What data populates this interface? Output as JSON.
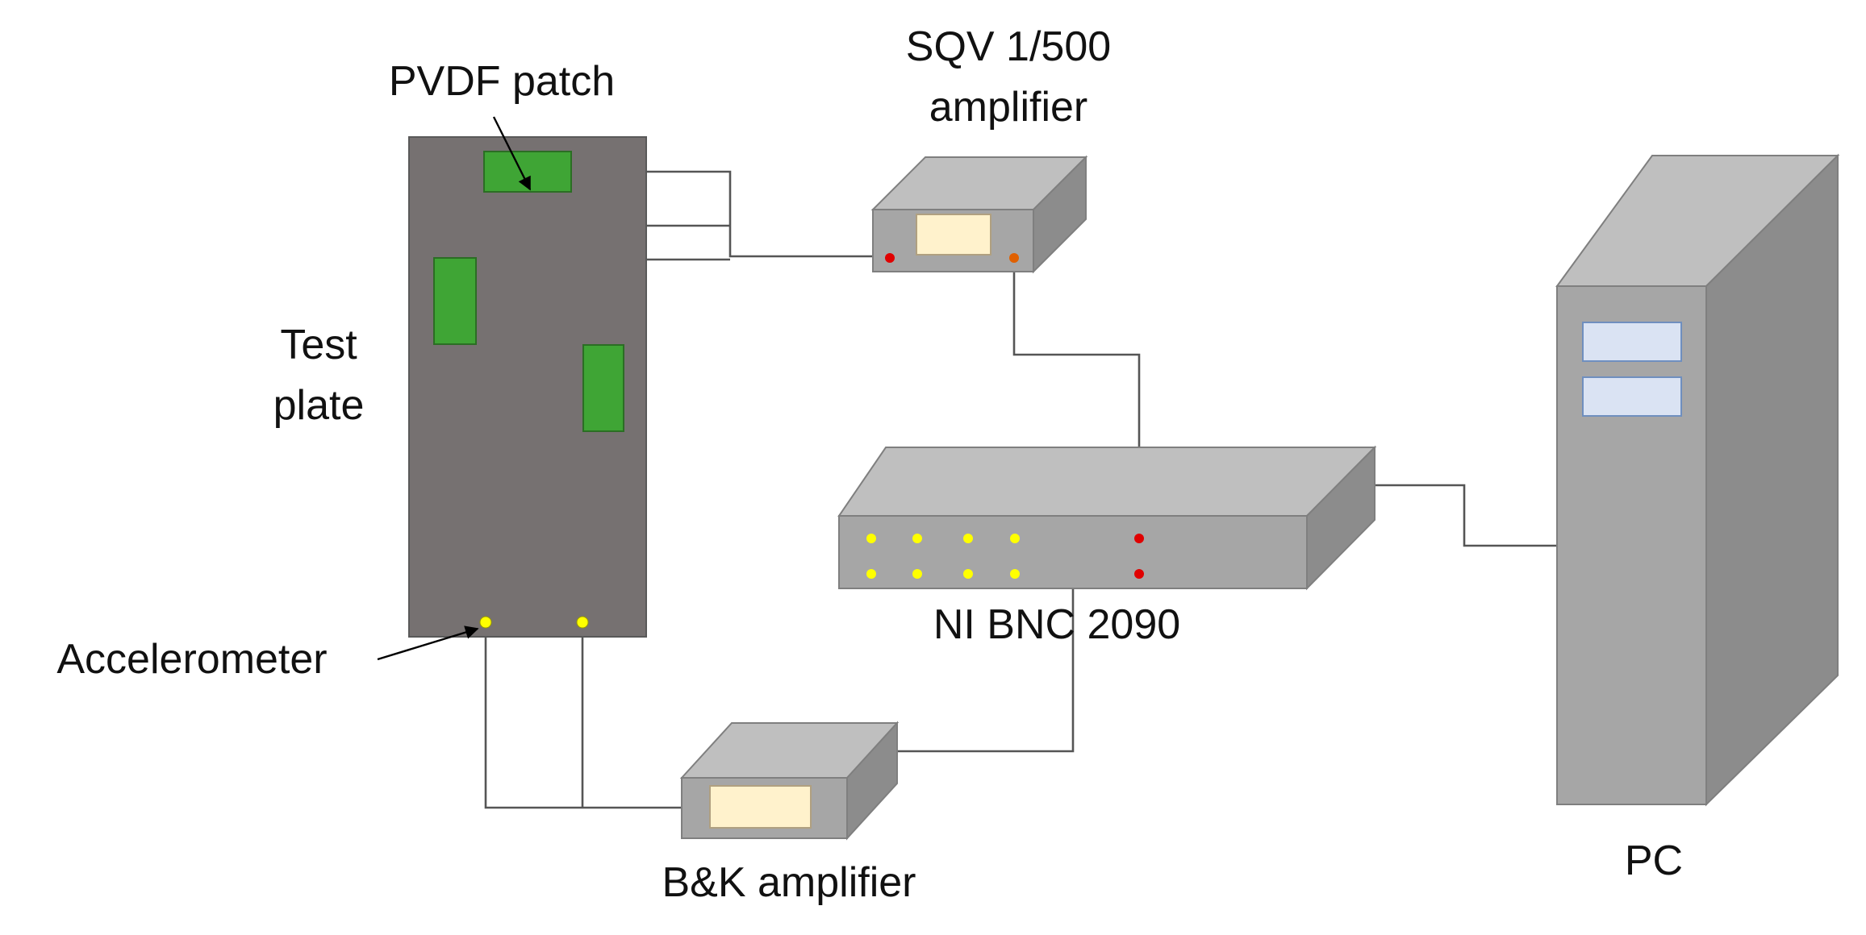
{
  "labels": {
    "pvdf_patch": "PVDF patch",
    "sqv_line1": "SQV 1/500",
    "sqv_line2": "amplifier",
    "test_line1": "Test",
    "test_line2": "plate",
    "accelerometer": "Accelerometer",
    "ni_bnc": "NI BNC 2090",
    "bk_amplifier": "B&K amplifier",
    "pc": "PC"
  },
  "colors": {
    "plate": "#767171",
    "patch_green": "#3fa535",
    "device_front": "#a6a6a6",
    "device_top": "#bfbfbf",
    "device_side": "#8c8c8c",
    "display_screen": "#fff2cc",
    "pc_drive": "#dae3f3",
    "led_yellow": "#ffff00",
    "led_red": "#e00000",
    "wire": "#555555"
  }
}
